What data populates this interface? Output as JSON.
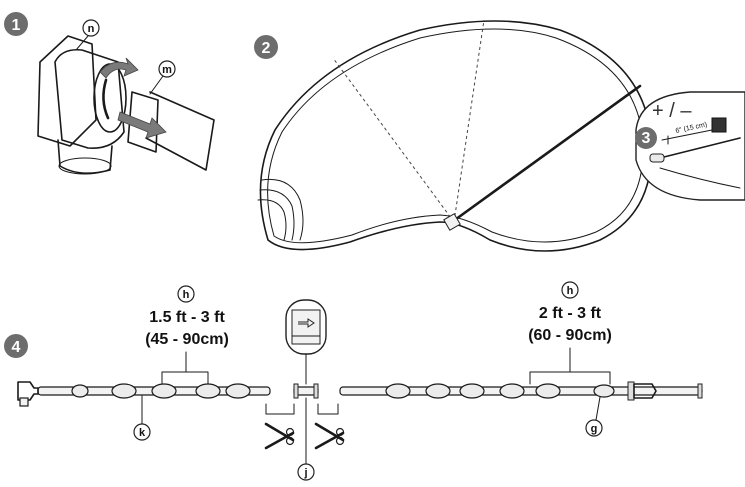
{
  "steps": [
    "1",
    "2",
    "3",
    "4"
  ],
  "callouts": {
    "n": "n",
    "m": "m",
    "h": "h",
    "k": "k",
    "j": "j",
    "g": "g"
  },
  "step3": {
    "plusminus": "+ / –",
    "length": "6\" (15 cm)"
  },
  "step4": {
    "left_range_ft": "1.5 ft - 3 ft",
    "left_range_cm": "(45 - 90cm)",
    "right_range_ft": "2 ft - 3 ft",
    "right_range_cm": "(60 - 90cm)"
  },
  "icons": [
    "scissors-icon",
    "direction-arrow-icon",
    "rotate-arrow-icon"
  ]
}
